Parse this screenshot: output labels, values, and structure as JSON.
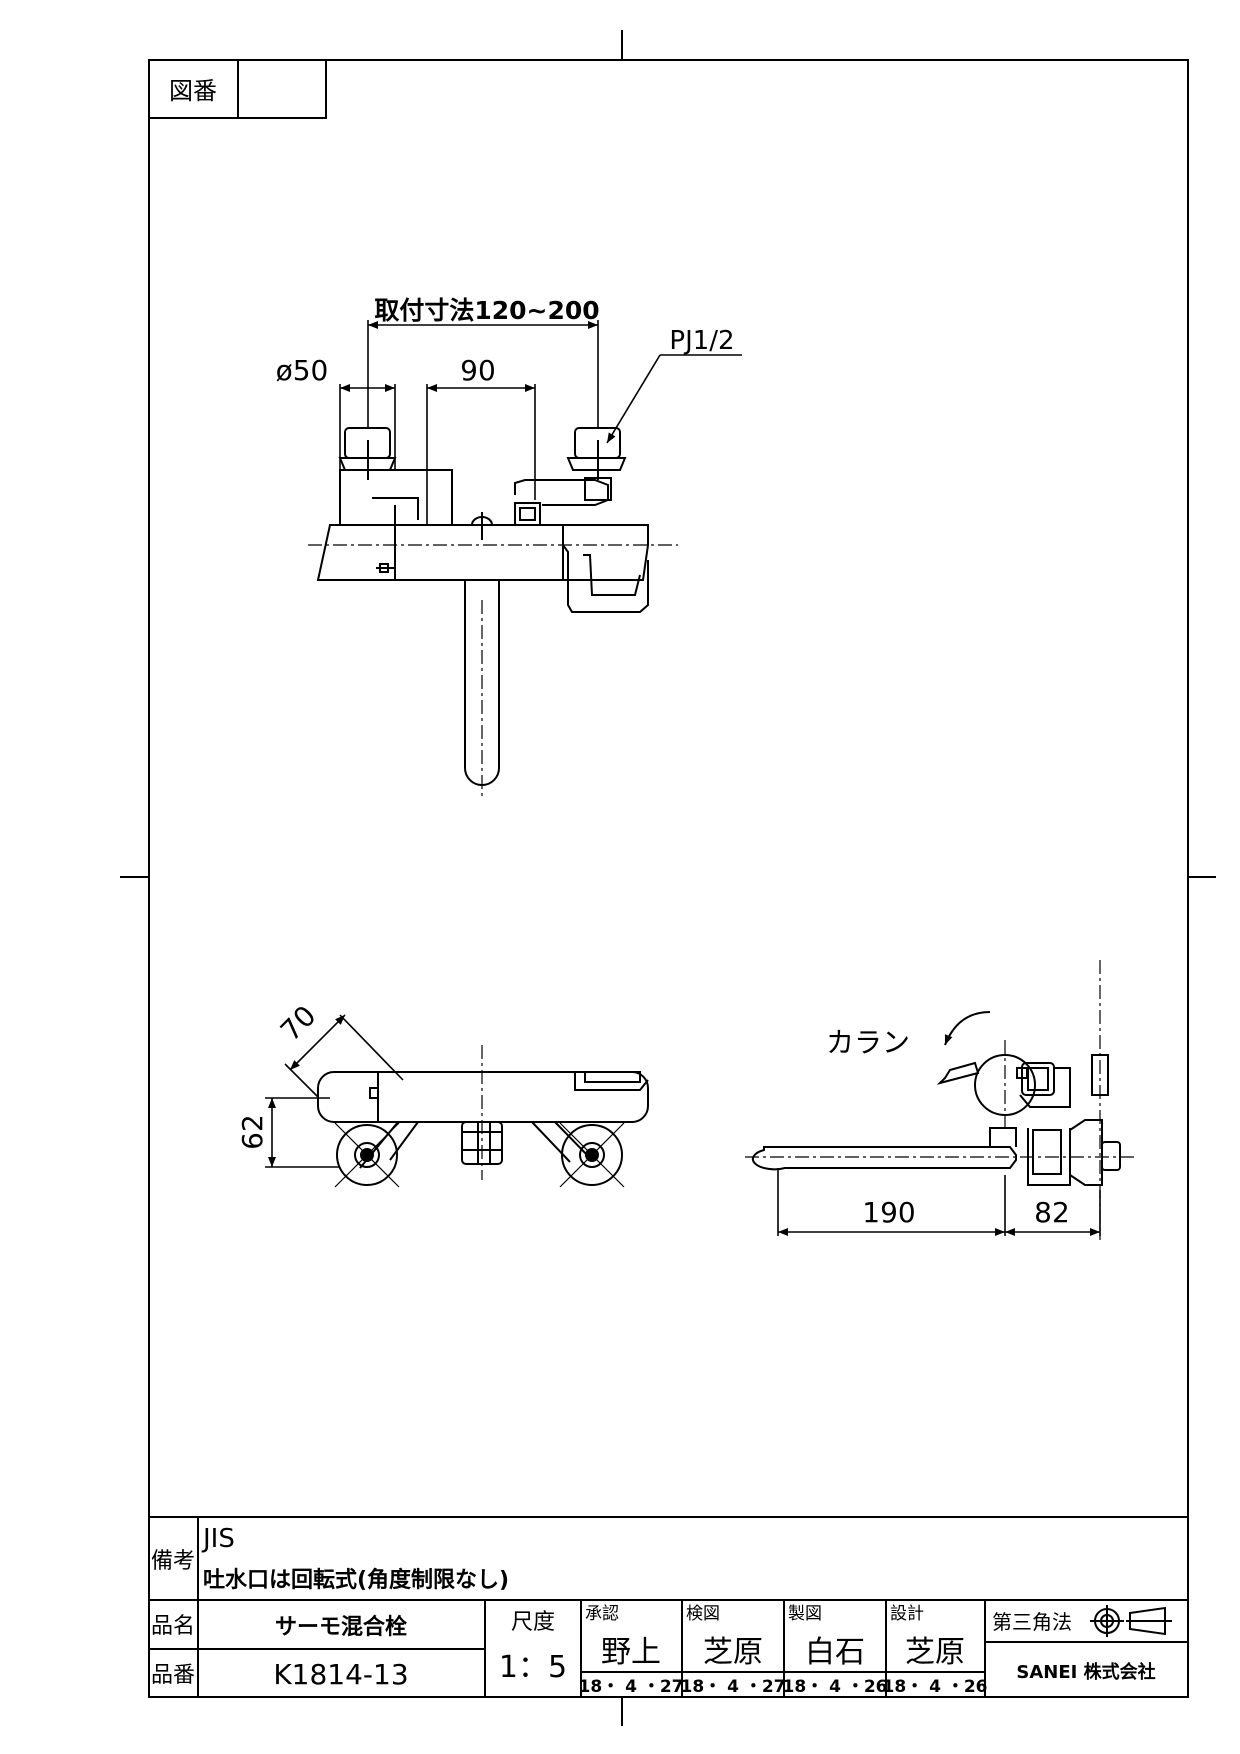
{
  "sheet": {
    "drawing_number_label": "図番",
    "drawing_number_value": ""
  },
  "front_view": {
    "dim_mount": "取付寸法120~200",
    "dim_dia": "ø50",
    "dim_90": "90",
    "callout_pj": "PJ1/2"
  },
  "top_view": {
    "dim_70": "70",
    "dim_62": "62"
  },
  "side_view": {
    "label_caran": "カラン",
    "dim_190": "190",
    "dim_82": "82"
  },
  "title_block": {
    "remarks_label": "備考",
    "remarks_line1": "JIS",
    "remarks_line2": "吐水口は回転式(角度制限なし)",
    "product_name_label": "品名",
    "product_name": "サーモ混合栓",
    "product_no_label": "品番",
    "product_no": "K1814-13",
    "scale_label": "尺度",
    "scale_value": "1：5",
    "approved_label": "承認",
    "approved_name": "野上",
    "approved_date": "18・ 4 ・27",
    "checked_label": "検図",
    "checked_name": "芝原",
    "checked_date": "18・ 4 ・27",
    "drawn_label": "製図",
    "drawn_name": "白石",
    "drawn_date": "18・ 4 ・26",
    "designed_label": "設計",
    "designed_name": "芝原",
    "designed_date": "18・ 4 ・26",
    "projection_label": "第三角法",
    "company": "SANEI 株式会社"
  }
}
